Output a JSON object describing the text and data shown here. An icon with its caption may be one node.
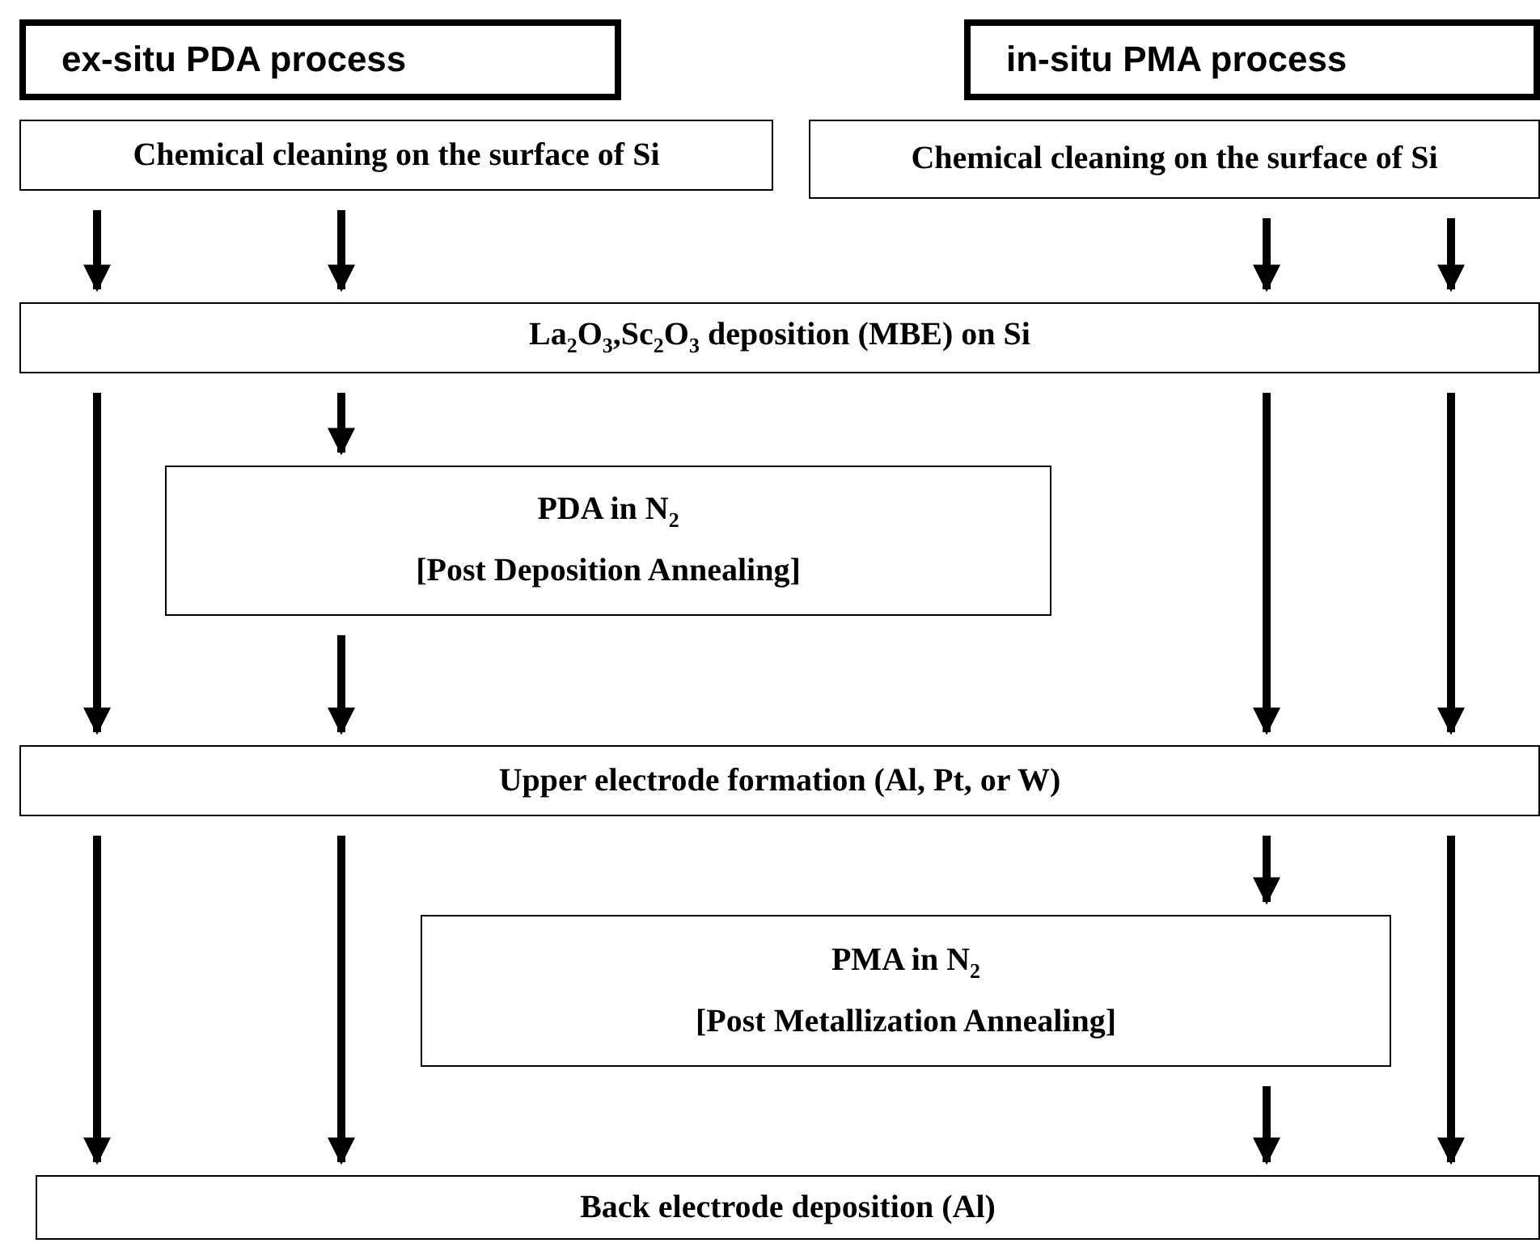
{
  "diagram": {
    "nodes": [
      {
        "text": [
          "ex-situ PDA process"
        ]
      },
      {
        "text": [
          "in-situ PMA process"
        ]
      },
      {
        "text": [
          "Chemical cleaning on the surface of Si"
        ]
      },
      {
        "text": [
          "Chemical cleaning on the surface of Si"
        ]
      },
      {
        "text": [
          "La$_{2}$O$_{3}$,Sc$_{2}$O$_{3}$ deposition (MBE) on Si"
        ]
      },
      {
        "text": [
          "PDA in N$_{2}$",
          "[Post Deposition Annealing]"
        ]
      },
      {
        "text": [
          "Upper electrode formation (Al, Pt, or W)"
        ]
      },
      {
        "text": [
          "PMA in N$_{2}$",
          "[Post Metallization Annealing]"
        ]
      },
      {
        "text": [
          "Back electrode deposition (Al)"
        ]
      }
    ],
    "edges": [
      {
        "from": 2,
        "to": 4,
        "arrow": "to"
      },
      {
        "from": 2,
        "to": 4,
        "arrow": "to"
      },
      {
        "from": 3,
        "to": 4,
        "arrow": "to"
      },
      {
        "from": 3,
        "to": 4,
        "arrow": "to"
      },
      {
        "from": 4,
        "to": 6,
        "arrow": "to"
      },
      {
        "from": 4,
        "to": 5,
        "arrow": "to"
      },
      {
        "from": 5,
        "to": 6,
        "arrow": "to"
      },
      {
        "from": 4,
        "to": 6,
        "arrow": "to"
      },
      {
        "from": 4,
        "to": 6,
        "arrow": "to"
      },
      {
        "from": 6,
        "to": 8,
        "arrow": "to"
      },
      {
        "from": 6,
        "to": 8,
        "arrow": "to"
      },
      {
        "from": 6,
        "to": 7,
        "arrow": "to"
      },
      {
        "from": 7,
        "to": 8,
        "arrow": "to"
      },
      {
        "from": 6,
        "to": 8,
        "arrow": "to"
      }
    ]
  }
}
